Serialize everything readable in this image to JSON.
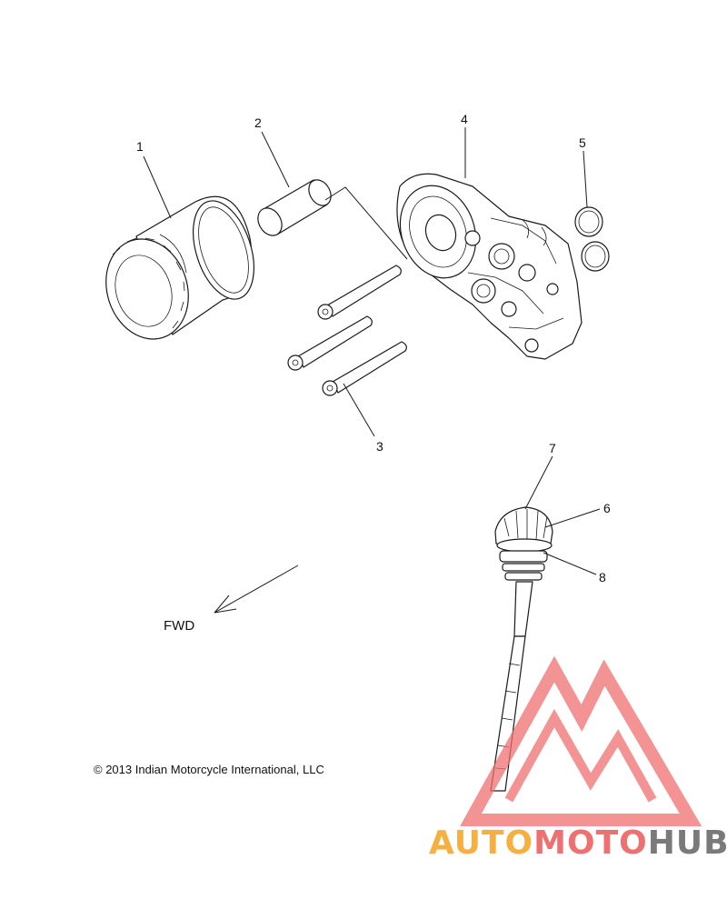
{
  "callouts": {
    "c1": "1",
    "c2": "2",
    "c3": "3",
    "c4": "4",
    "c5": "5",
    "c6": "6",
    "c7": "7",
    "c8": "8"
  },
  "direction_label": "FWD",
  "copyright": "© 2013 Indian Motorcycle International, LLC",
  "watermark": {
    "part1": "AUTO",
    "part2": "MOTO",
    "part3": "HUB",
    "color_orange": "#f5b041",
    "color_red": "#ef7070",
    "color_gray": "#7a7a7a"
  }
}
